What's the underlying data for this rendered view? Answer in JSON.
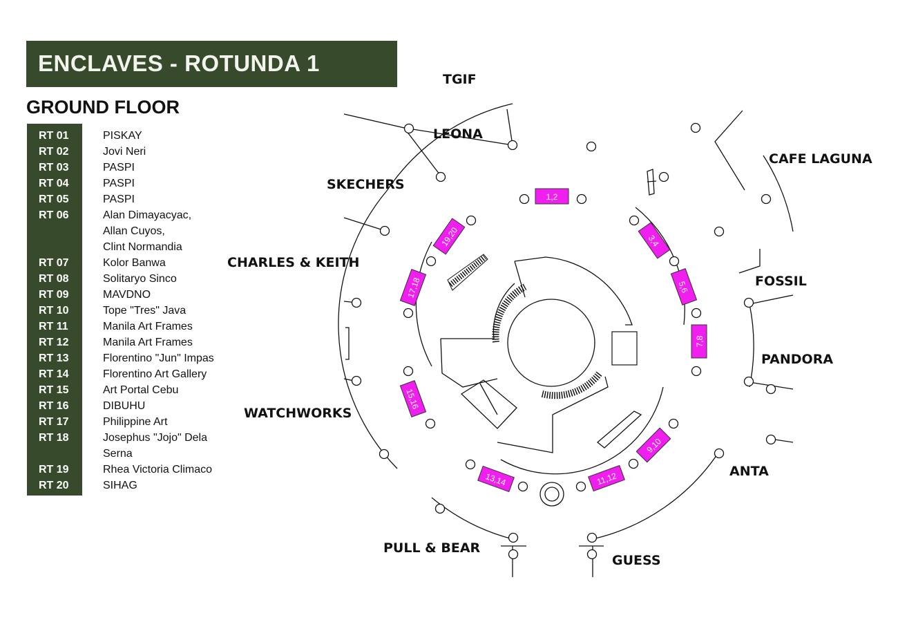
{
  "header": {
    "title": "ENCLAVES - ROTUNDA 1",
    "subtitle": "GROUND FLOOR"
  },
  "tenants": [
    {
      "code": "RT 01",
      "name": "PISKAY"
    },
    {
      "code": "RT 02",
      "name": "Jovi Neri"
    },
    {
      "code": "RT 03",
      "name": "PASPI"
    },
    {
      "code": "RT 04",
      "name": "PASPI"
    },
    {
      "code": "RT 05",
      "name": "PASPI"
    },
    {
      "code": "RT 06",
      "name": "Alan Dimayacyac,"
    },
    {
      "code": "",
      "name": "Allan Cuyos,"
    },
    {
      "code": "",
      "name": "Clint Normandia"
    },
    {
      "code": "RT 07",
      "name": "Kolor Banwa"
    },
    {
      "code": "RT 08",
      "name": "Solitaryo Sinco"
    },
    {
      "code": "RT 09",
      "name": "MAVDNO"
    },
    {
      "code": "RT 10",
      "name": "Tope \"Tres\" Java"
    },
    {
      "code": "RT 11",
      "name": "Manila Art Frames"
    },
    {
      "code": "RT 12",
      "name": "Manila Art Frames"
    },
    {
      "code": "RT 13",
      "name": "Florentino \"Jun\" Impas"
    },
    {
      "code": "RT 14",
      "name": "Florentino Art Gallery"
    },
    {
      "code": "RT 15",
      "name": "Art Portal Cebu"
    },
    {
      "code": "RT 16",
      "name": "DIBUHU"
    },
    {
      "code": "RT 17",
      "name": "Philippine Art"
    },
    {
      "code": "RT 18",
      "name": "Josephus \"Jojo\" Dela"
    },
    {
      "code": "",
      "name": "Serna"
    },
    {
      "code": "RT 19",
      "name": "Rhea Victoria Climaco"
    },
    {
      "code": "RT 20",
      "name": "SIHAG"
    }
  ],
  "map": {
    "stores": {
      "tgif": "TGIF",
      "leona": "LEONA",
      "cafe_laguna": "CAFE LAGUNA",
      "skechers": "SKECHERS",
      "charles_keith": "CHARLES & KEITH",
      "fossil": "FOSSIL",
      "pandora": "PANDORA",
      "watchworks": "WATCHWORKS",
      "anta": "ANTA",
      "pull_bear": "PULL & BEAR",
      "guess": "GUESS"
    },
    "kiosks": {
      "k1_2": "1,2",
      "k3_4": "3,4",
      "k5_6": "5,6",
      "k7_8": "7,8",
      "k9_10": "9,10",
      "k11_12": "11,12",
      "k13_14": "13,14",
      "k15_16": "15,16",
      "k17_18": "17,18",
      "k19_20": "19,20"
    }
  },
  "colors": {
    "header_green": "#374a2b",
    "kiosk_magenta": "#f01ff0"
  }
}
